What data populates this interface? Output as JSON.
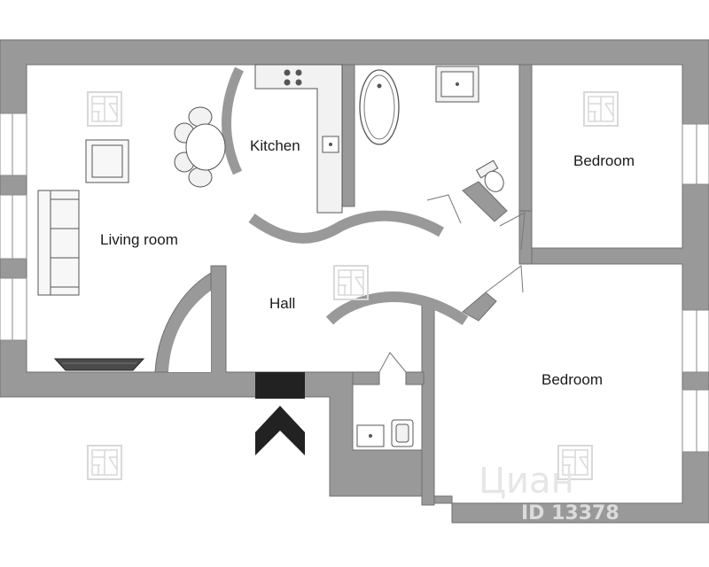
{
  "rooms": {
    "living_room": "Living room",
    "kitchen": "Kitchen",
    "hall": "Hall",
    "bedroom_top": "Bedroom",
    "bedroom_bottom": "Bedroom"
  },
  "watermark": {
    "brand": "Циан",
    "listing_id": "ID 13378"
  },
  "colors": {
    "wall": "#999999",
    "wall_outline": "#6f6f6f",
    "floor": "#ffffff",
    "fixture_fill": "#f2f2f2",
    "fixture_stroke": "#555555",
    "entrance_arrow": "#222222",
    "door_block": "#222222",
    "watermark_logo": "#d8d8d8"
  }
}
